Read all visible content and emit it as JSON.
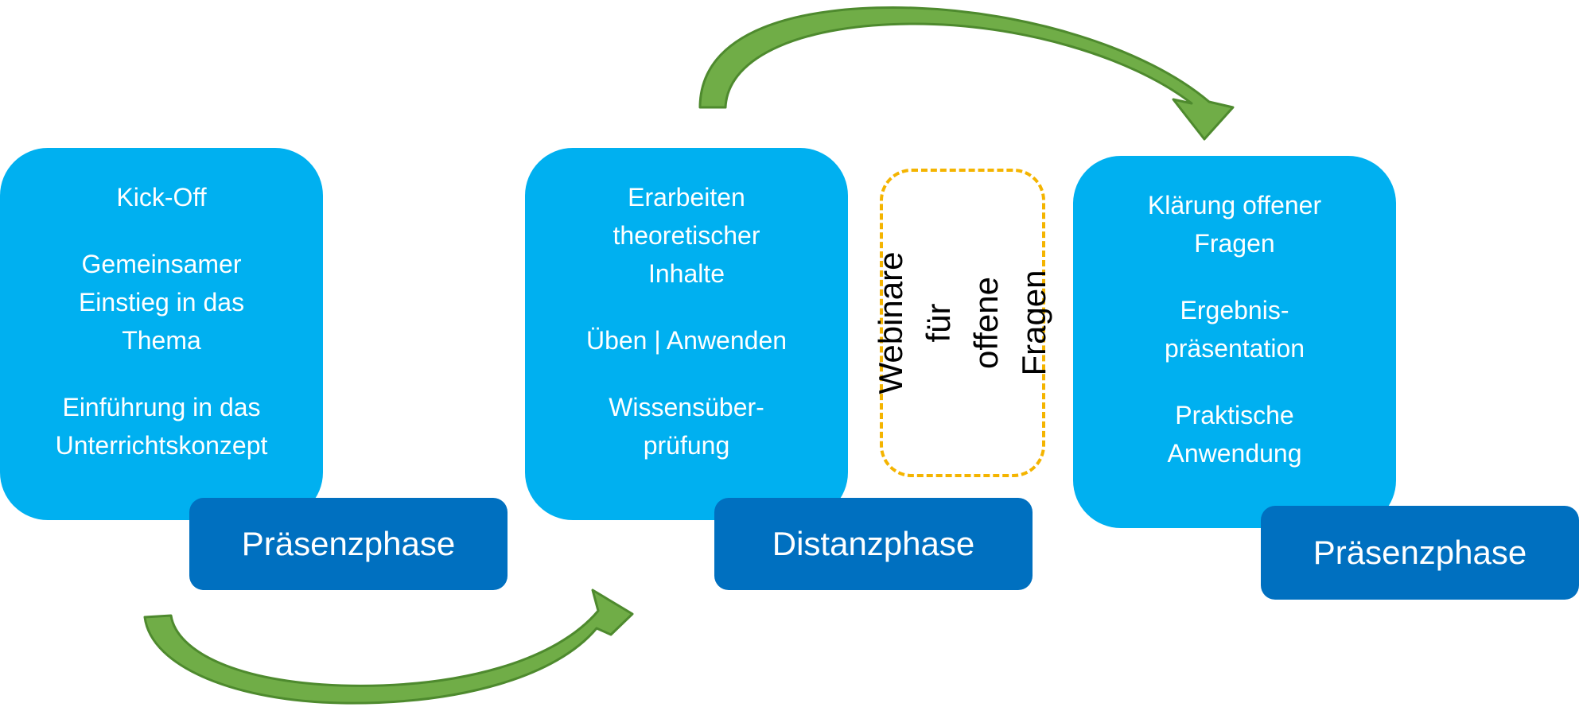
{
  "colors": {
    "card": "#00b0f0",
    "phase": "#0070c0",
    "arrow": "#70ad47",
    "arrow_dark": "#4e8a2e",
    "dashed_border": "#f4b400"
  },
  "cards": [
    {
      "items": [
        "Kick-Off",
        "Gemeinsamer\nEinstieg in das\nThema",
        "Einführung in das\nUnterrichtskonzept"
      ]
    },
    {
      "items": [
        "Erarbeiten\ntheoretischer\nInhalte",
        "Üben | Anwenden",
        "Wissensüber-\nprüfung"
      ]
    },
    {
      "items": [
        "Klärung offener\nFragen",
        "Ergebnis-\npräsentation",
        "Praktische\nAnwendung"
      ]
    }
  ],
  "phases": [
    "Präsenzphase",
    "Distanzphase",
    "Präsenzphase"
  ],
  "webinar": "Webinare für\noffene Fragen",
  "arrows": [
    {
      "name": "arrow-bottom",
      "direction": "left-to-right"
    },
    {
      "name": "arrow-top",
      "direction": "left-to-right"
    }
  ]
}
